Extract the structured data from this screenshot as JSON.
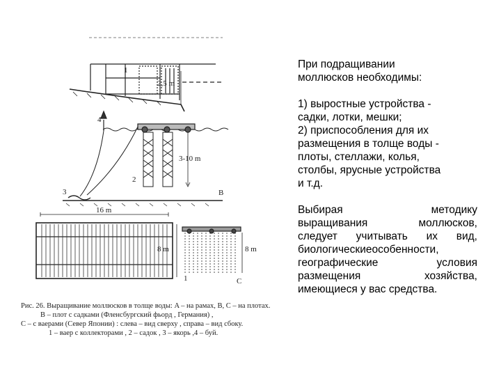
{
  "figure": {
    "labels": {
      "a_num": "1",
      "a_depth": "2,5 m",
      "b_num4": "4",
      "b_num2": "2",
      "b_num3": "3",
      "b_depth": "3-10 m",
      "b_letter": "B",
      "c_width": "16 m",
      "c_depth_left": "8 m",
      "c_depth_right": "8 m",
      "c_num": "1",
      "c_letter": "C"
    },
    "caption": [
      "Рис. 26. Выращивание моллюсков в толще воды: A – на рамах, B, C – на плотах.",
      "B – плот с садками (Фленсбургский фьорд , Германия) ,",
      "C – с ваерами (Север Японии) : слева – вид сверху , справа – вид сбоку.",
      "1 – ваер с коллекторами , 2 – садок , 3 – якорь ,4 – буй."
    ]
  },
  "text": {
    "intro": [
      "При подращивании",
      "моллюсков необходимы:"
    ],
    "list": [
      "1) выростные устройства -",
      "садки, лотки, мешки;",
      "2) приспособления для их",
      "размещения в толще воды -",
      "плоты, стеллажи, колья,",
      "столбы, ярусные устройства",
      "и т.д."
    ],
    "closing": [
      "Выбирая методику",
      "выращивания моллюсков,",
      "следует учитывать их вид,",
      "биологическиеособенности,",
      "географические условия",
      "размещения хозяйства,",
      "имеющиеся у вас средства."
    ]
  }
}
